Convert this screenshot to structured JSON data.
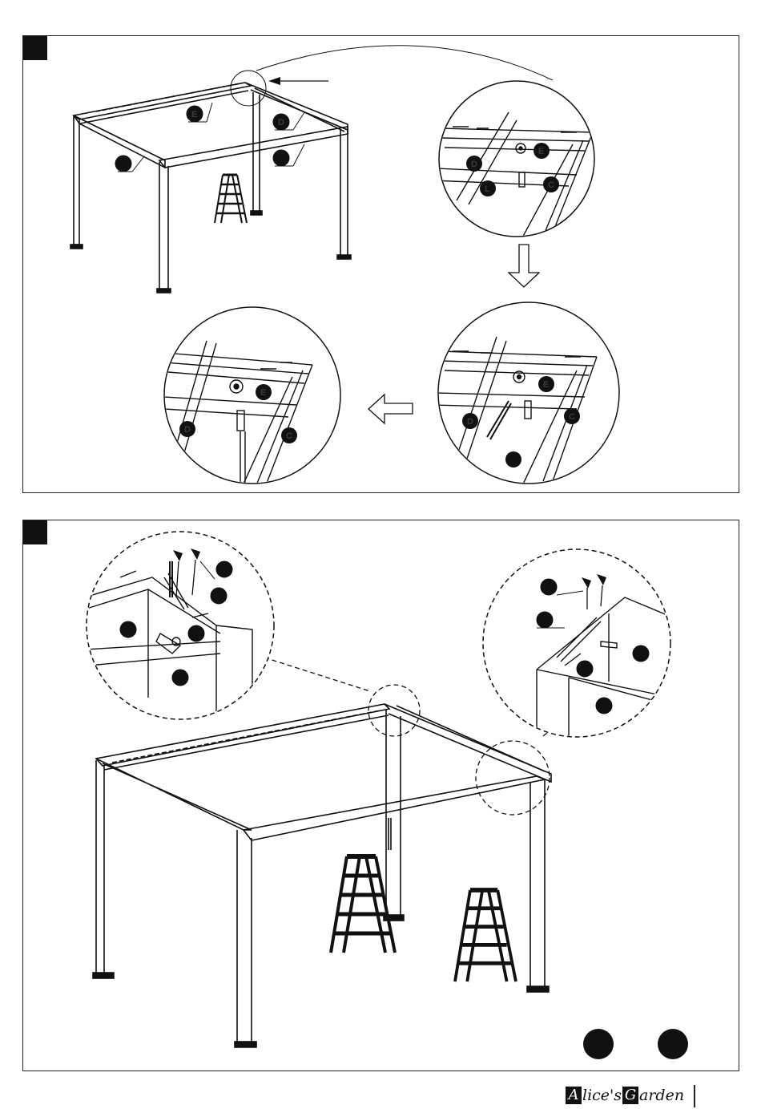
{
  "steps": [
    {
      "id": "step-1",
      "detail_labels": {
        "frame": [
          "E",
          "D",
          "",
          ""
        ],
        "zoom_top": [
          "D",
          "E",
          "L",
          "C"
        ],
        "zoom_bottom_right": [
          "E",
          "D",
          "C",
          ""
        ],
        "zoom_bottom_left": [
          "E",
          "D",
          "C"
        ]
      }
    },
    {
      "id": "step-2",
      "detail_labels": {
        "zoom_left": [
          "",
          "",
          "",
          "",
          ""
        ],
        "zoom_right": [
          "",
          "",
          "",
          ""
        ]
      },
      "footer_circles": 2
    }
  ],
  "brand": {
    "initial_a": "A",
    "part_a": "lice's ",
    "initial_g": "G",
    "part_g": "arden"
  }
}
